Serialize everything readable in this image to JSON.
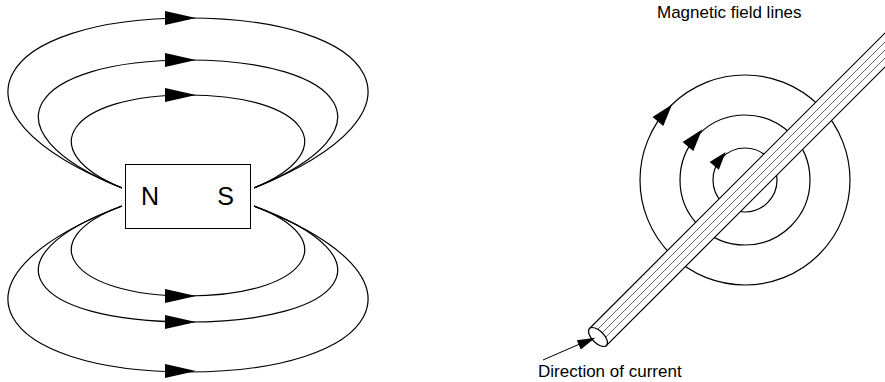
{
  "diagram": {
    "nodes": [
      {
        "text": [
          "N",
          "S"
        ]
      }
    ],
    "labels": [
      "Magnetic field lines",
      "Direction of current"
    ]
  }
}
